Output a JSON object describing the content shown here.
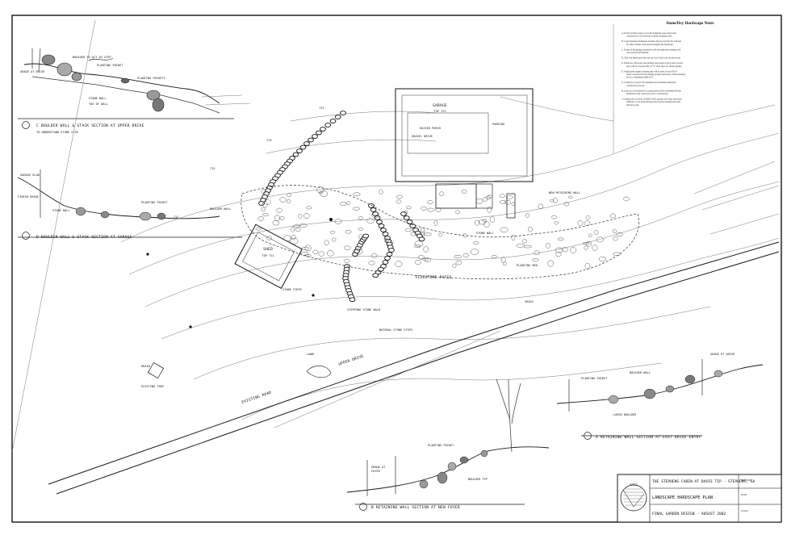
{
  "notes": {
    "title": "Stone/Dry Hardscape Notes",
    "items": [
      "A. North Carolina stone is to be the dominant stone used in the construction of all landscape boulder retaining walls.",
      "B. Large Tennessee fieldstone boulders may be used for the wall and for other boulder work used throughout the landscape.",
      "C. Extent of the garage foundation walls and adjacent retaining wall were poured and finished.",
      "D. Slab wall finish and wall tops are to be Gray Crab Orchard stone.",
      "E. Walkways, driveways and parking areas noted as gray gravel on the plan, will be covered with a 2\"-3\" deep layer of crushed granite.",
      "F. A high grade organic planting mix will be used to back fill all newly constructed wall planting pockets and newly created planting beds to a minimum depth of 8\".",
      "G. Contractor to protect all existing trees and shrubs during the construction process.",
      "H. Grass is to be removed for construction will be determined by the homeowner and contractor prior to construction.",
      "I. Construction access for boulder walls, garage, new foyer and porch addition is to be from existing and proposed parking areas and driveway only."
    ]
  },
  "section_labels": {
    "c": "C  BOULDER WALL & STACK SECTION AT UPPER DRIVE",
    "c_sub": "TO UNDERSTAND STONE SIZE",
    "d": "D  BOULDER WALL & STACK SECTION AT GARAGE",
    "b": "B  RETAINING WALL SECTION AT NEW FOYER",
    "a": "A  RETAINING WALL SECTION AT EAST DRIVE ENTRY"
  },
  "plan_labels": {
    "garage": "GARAGE",
    "garage_sub": "TOP 721",
    "shed": "SHED",
    "shed_sub": "TOP 711",
    "porch": "RAISED PORCH",
    "patio": "FLAGSTONE PATIO",
    "drive": "GRAVEL DRIVE",
    "stone_steps": "STONE STEPS",
    "road": "UPPER DRIVE",
    "lower_road": "EXISTING ROAD",
    "planting_bed": "PLANTING BED",
    "boulder_wall": "BOULDER WALL",
    "existing_tree": "EXISTING TREE",
    "retaining_wall": "NEW RETAINING WALL",
    "lawn": "LAWN",
    "grass": "GRASS",
    "stone_wall": "STONE WALL",
    "parking": "PARKING",
    "walk": "STEPPING STONE WALK",
    "steps_note": "NATURAL STONE STEPS",
    "drain": "DRAIN",
    "elev_711": "711",
    "elev_715": "715",
    "elev_719": "719",
    "elev_723": "723"
  },
  "title_block": {
    "project": "THE STEPHENS CABIN AT DAVIS TIP - STEPHENS, GA",
    "line2": "LANDSCAPE HARDSCAPE PLAN",
    "line3": "FINAL GARDEN DESIGN - AUGUST 2002",
    "scale_label": "SCALE",
    "drawn_by": "DRAWN BY",
    "date": "DATE",
    "north": "NORTH"
  }
}
